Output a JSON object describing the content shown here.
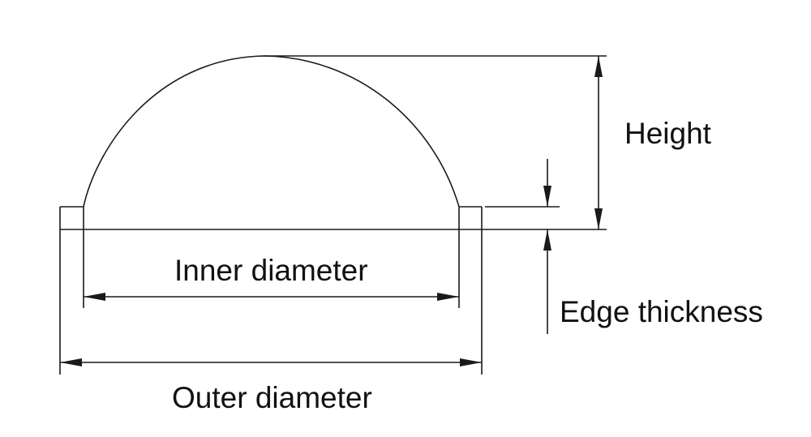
{
  "labels": {
    "height": "Height",
    "inner_diameter": "Inner diameter",
    "edge_thickness": "Edge thickness",
    "outer_diameter": "Outer diameter"
  },
  "colors": {
    "line": "#1a1a1a",
    "text": "#111111",
    "background": "#ffffff"
  }
}
